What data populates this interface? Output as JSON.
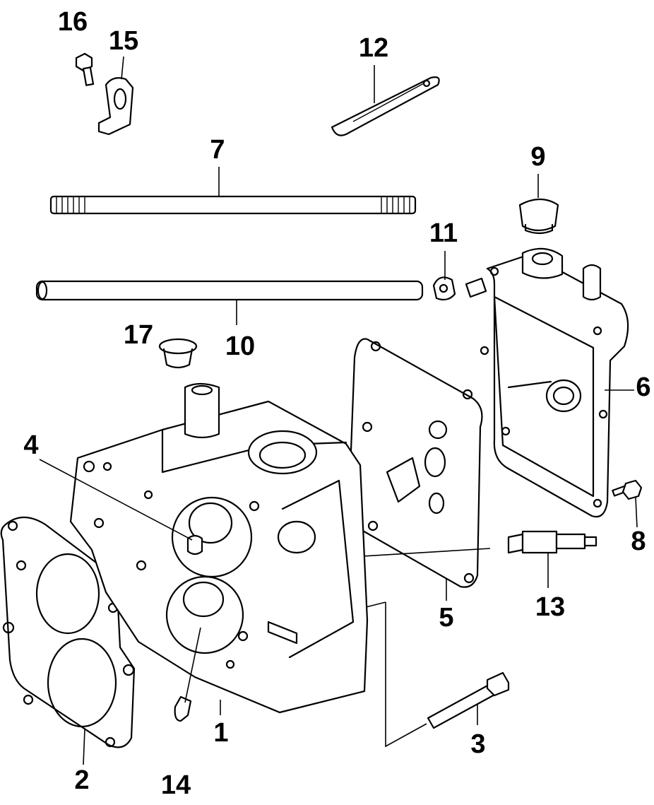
{
  "labels": {
    "p1": "1",
    "p2": "2",
    "p3": "3",
    "p4": "4",
    "p5": "5",
    "p6": "6",
    "p7": "7",
    "p8": "8",
    "p9": "9",
    "p10": "10",
    "p11": "11",
    "p12": "12",
    "p13": "13",
    "p14": "14",
    "p15": "15",
    "p16": "16",
    "p17": "17"
  }
}
